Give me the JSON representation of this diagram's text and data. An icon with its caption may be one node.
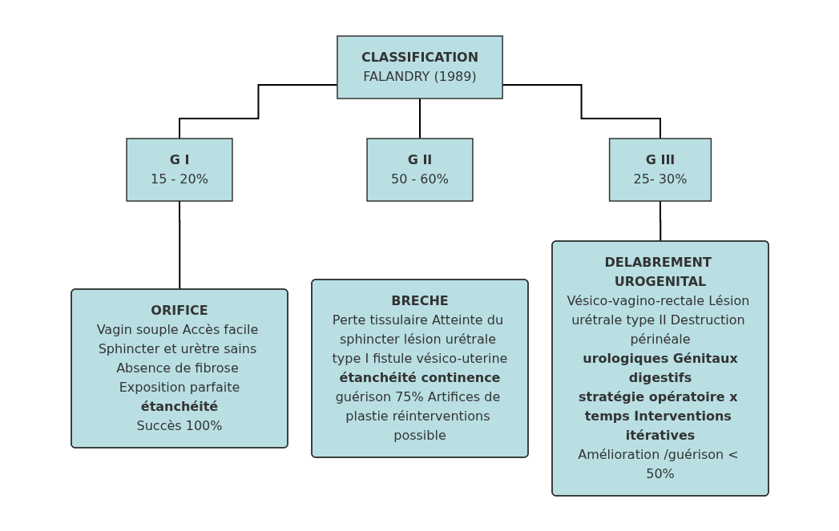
{
  "diagram": {
    "nodes": [
      {
        "text": [
          "CLASSIFICATION",
          "FALANDRY (1989)"
        ]
      },
      {
        "text": [
          "G I",
          "15 - 20%"
        ]
      },
      {
        "text": [
          "G II",
          "50 - 60%"
        ]
      },
      {
        "text": [
          "G III",
          "25- 30%"
        ]
      },
      {
        "text": [
          "ORIFICE",
          "Vagin souple Accès facile Sphincter et urètre sains Absence de fibrose Exposition parfaite",
          "étanchéité",
          "Succès 100%"
        ]
      },
      {
        "text": [
          "BRECHE",
          "Perte tissulaire Atteinte du sphincter lésion urétrale type I fistule vésico-uterine",
          "étanchéité continence",
          "guérison 75% Artifices de plastie réinterventions possible"
        ]
      },
      {
        "text": [
          "DELABREMENT UROGENITAL",
          "Vésico-vagino-rectale Lésion urétrale type II Destruction périnéale",
          "urologiques Génitaux",
          "digestifs",
          "stratégie opératoire x temps Interventions itératives",
          "Amélioration /guérison < 50%"
        ]
      }
    ],
    "edges": [
      {
        "from": 0,
        "to": 1,
        "arrow": "none"
      },
      {
        "from": 0,
        "to": 2,
        "arrow": "none"
      },
      {
        "from": 0,
        "to": 3,
        "arrow": "none"
      },
      {
        "from": 1,
        "to": 4,
        "arrow": "none"
      },
      {
        "from": 3,
        "to": 6,
        "arrow": "none"
      }
    ]
  }
}
